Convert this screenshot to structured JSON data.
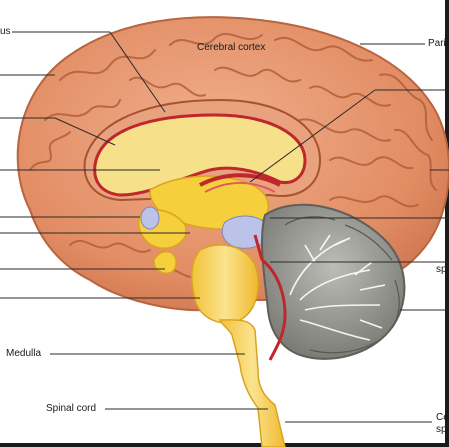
{
  "labels": {
    "top_left": "us",
    "cerebral_cortex": "Cerebral cortex",
    "parietal": "Parie",
    "medulla": "Medulla",
    "spinal_cord": "Spinal cord",
    "central_canal_1": "Ce",
    "central_canal_2": "sp",
    "right_lower": "sp"
  },
  "colors": {
    "cortex": "#e89a73",
    "cortex_dark": "#c9714b",
    "sulcus": "#b35f3c",
    "corpus_callosum": "#f7e08a",
    "yellow": "#f6cf3d",
    "yellow_light": "#fbe89a",
    "cerebellum_gray": "#9c9c95",
    "cerebellum_dark": "#6e6e69",
    "red": "#c0272d",
    "blue": "#bcc3e8",
    "leader": "#2a2a2a"
  }
}
